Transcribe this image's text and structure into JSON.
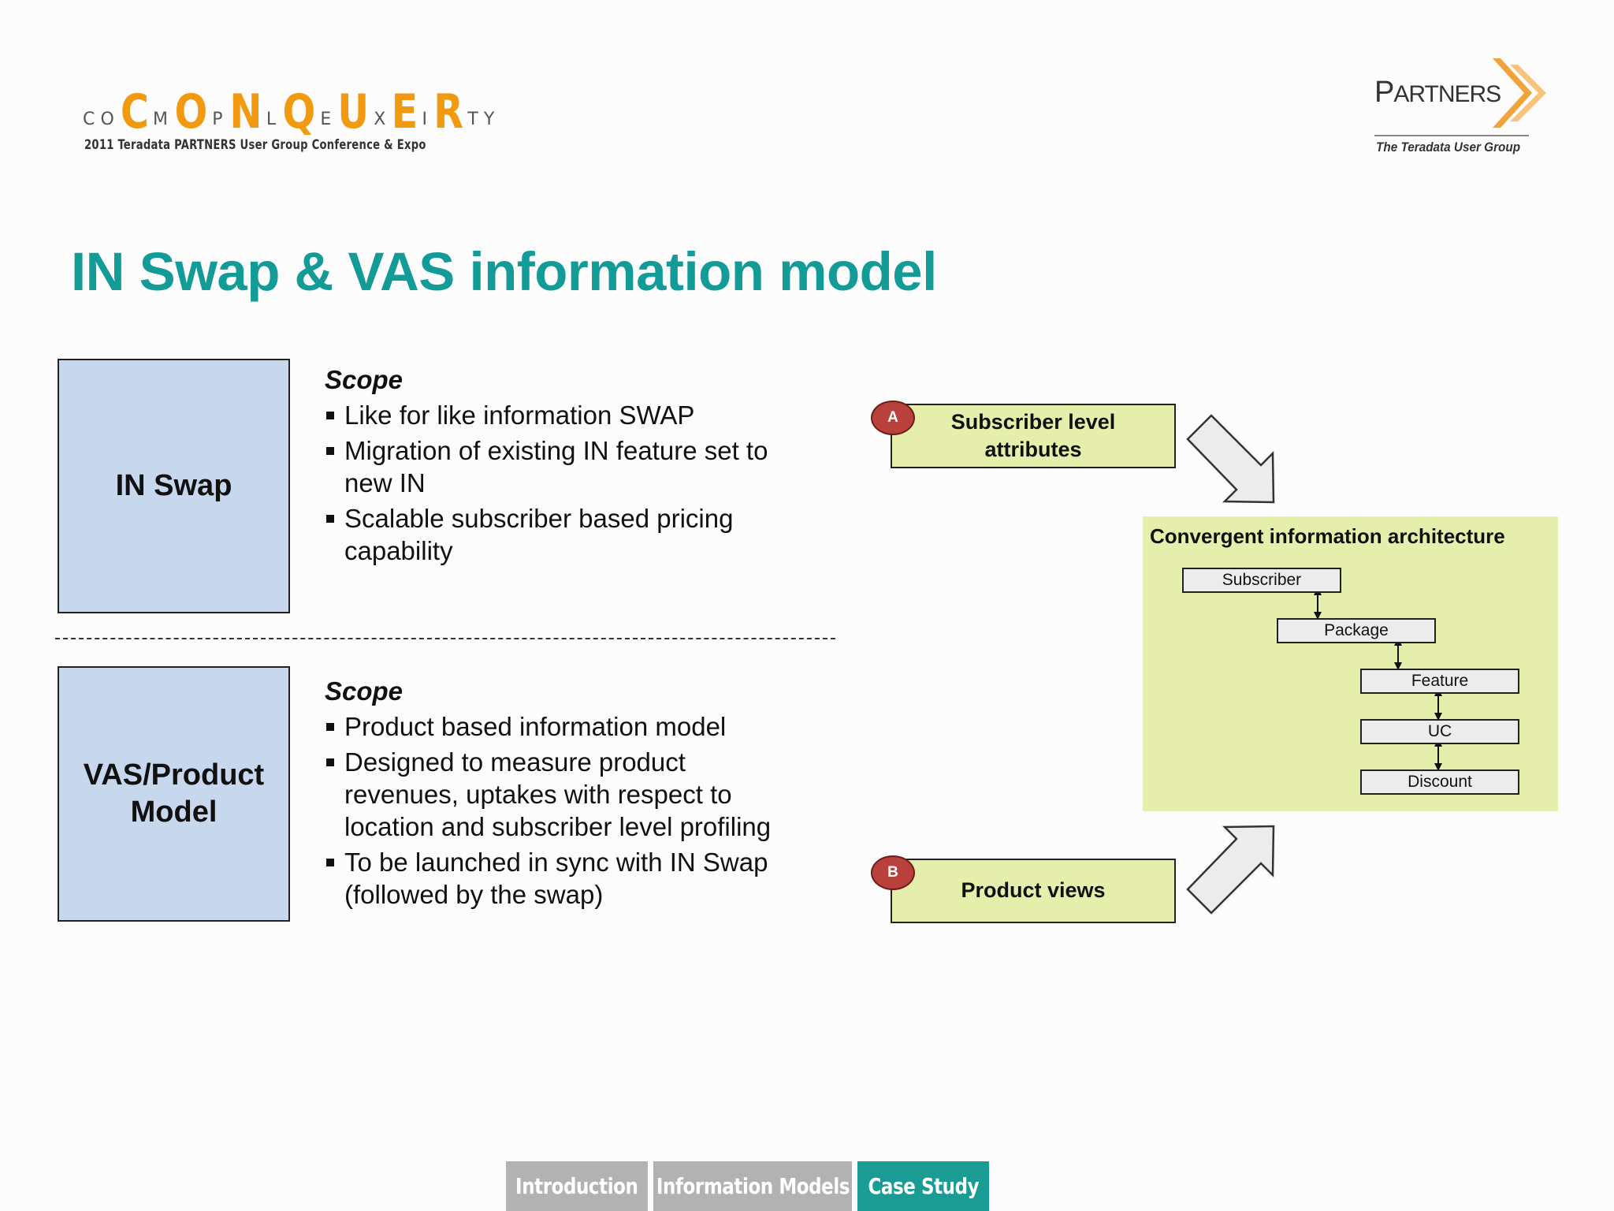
{
  "header": {
    "conquer_logo": {
      "letters": [
        "C",
        "O",
        "C",
        "M",
        "O",
        "P",
        "N",
        "L",
        "Q",
        "E",
        "U",
        "X",
        "E",
        "I",
        "R",
        "T",
        "Y"
      ],
      "subtitle": "2011 Teradata PARTNERS User Group Conference & Expo"
    },
    "partners_logo": {
      "word_first": "P",
      "word_rest": "ARTNERS",
      "subtitle": "The Teradata User Group"
    }
  },
  "title": "IN Swap & VAS information model",
  "sections": [
    {
      "box_label": "IN Swap",
      "scope_heading": "Scope",
      "bullets": [
        "Like for like information SWAP",
        "Migration of existing IN feature set to new IN",
        "Scalable subscriber based pricing capability"
      ]
    },
    {
      "box_label_line1": "VAS/Product",
      "box_label_line2": "Model",
      "scope_heading": "Scope",
      "bullets": [
        "Product based information model",
        "Designed to measure product revenues, uptakes with respect to location and subscriber level profiling",
        "To be launched in sync with IN Swap (followed by the swap)"
      ]
    }
  ],
  "diagram": {
    "source_a": {
      "badge": "A",
      "label_line1": "Subscriber level",
      "label_line2": "attributes"
    },
    "source_b": {
      "badge": "B",
      "label": "Product views"
    },
    "panel_title": "Convergent information architecture",
    "nodes": [
      "Subscriber",
      "Package",
      "Feature",
      "UC",
      "Discount"
    ],
    "colors": {
      "panel": "#e5eeaa",
      "badge": "#b8413c",
      "box": "#c7d8ee",
      "title": "#139b98"
    }
  },
  "nav": {
    "tabs": [
      {
        "label": "Introduction",
        "active": false
      },
      {
        "label": "Information Models",
        "active": false
      },
      {
        "label": "Case Study",
        "active": true
      }
    ],
    "colors": {
      "inactive": "#b2b2b2",
      "active": "#1a9c95"
    }
  }
}
